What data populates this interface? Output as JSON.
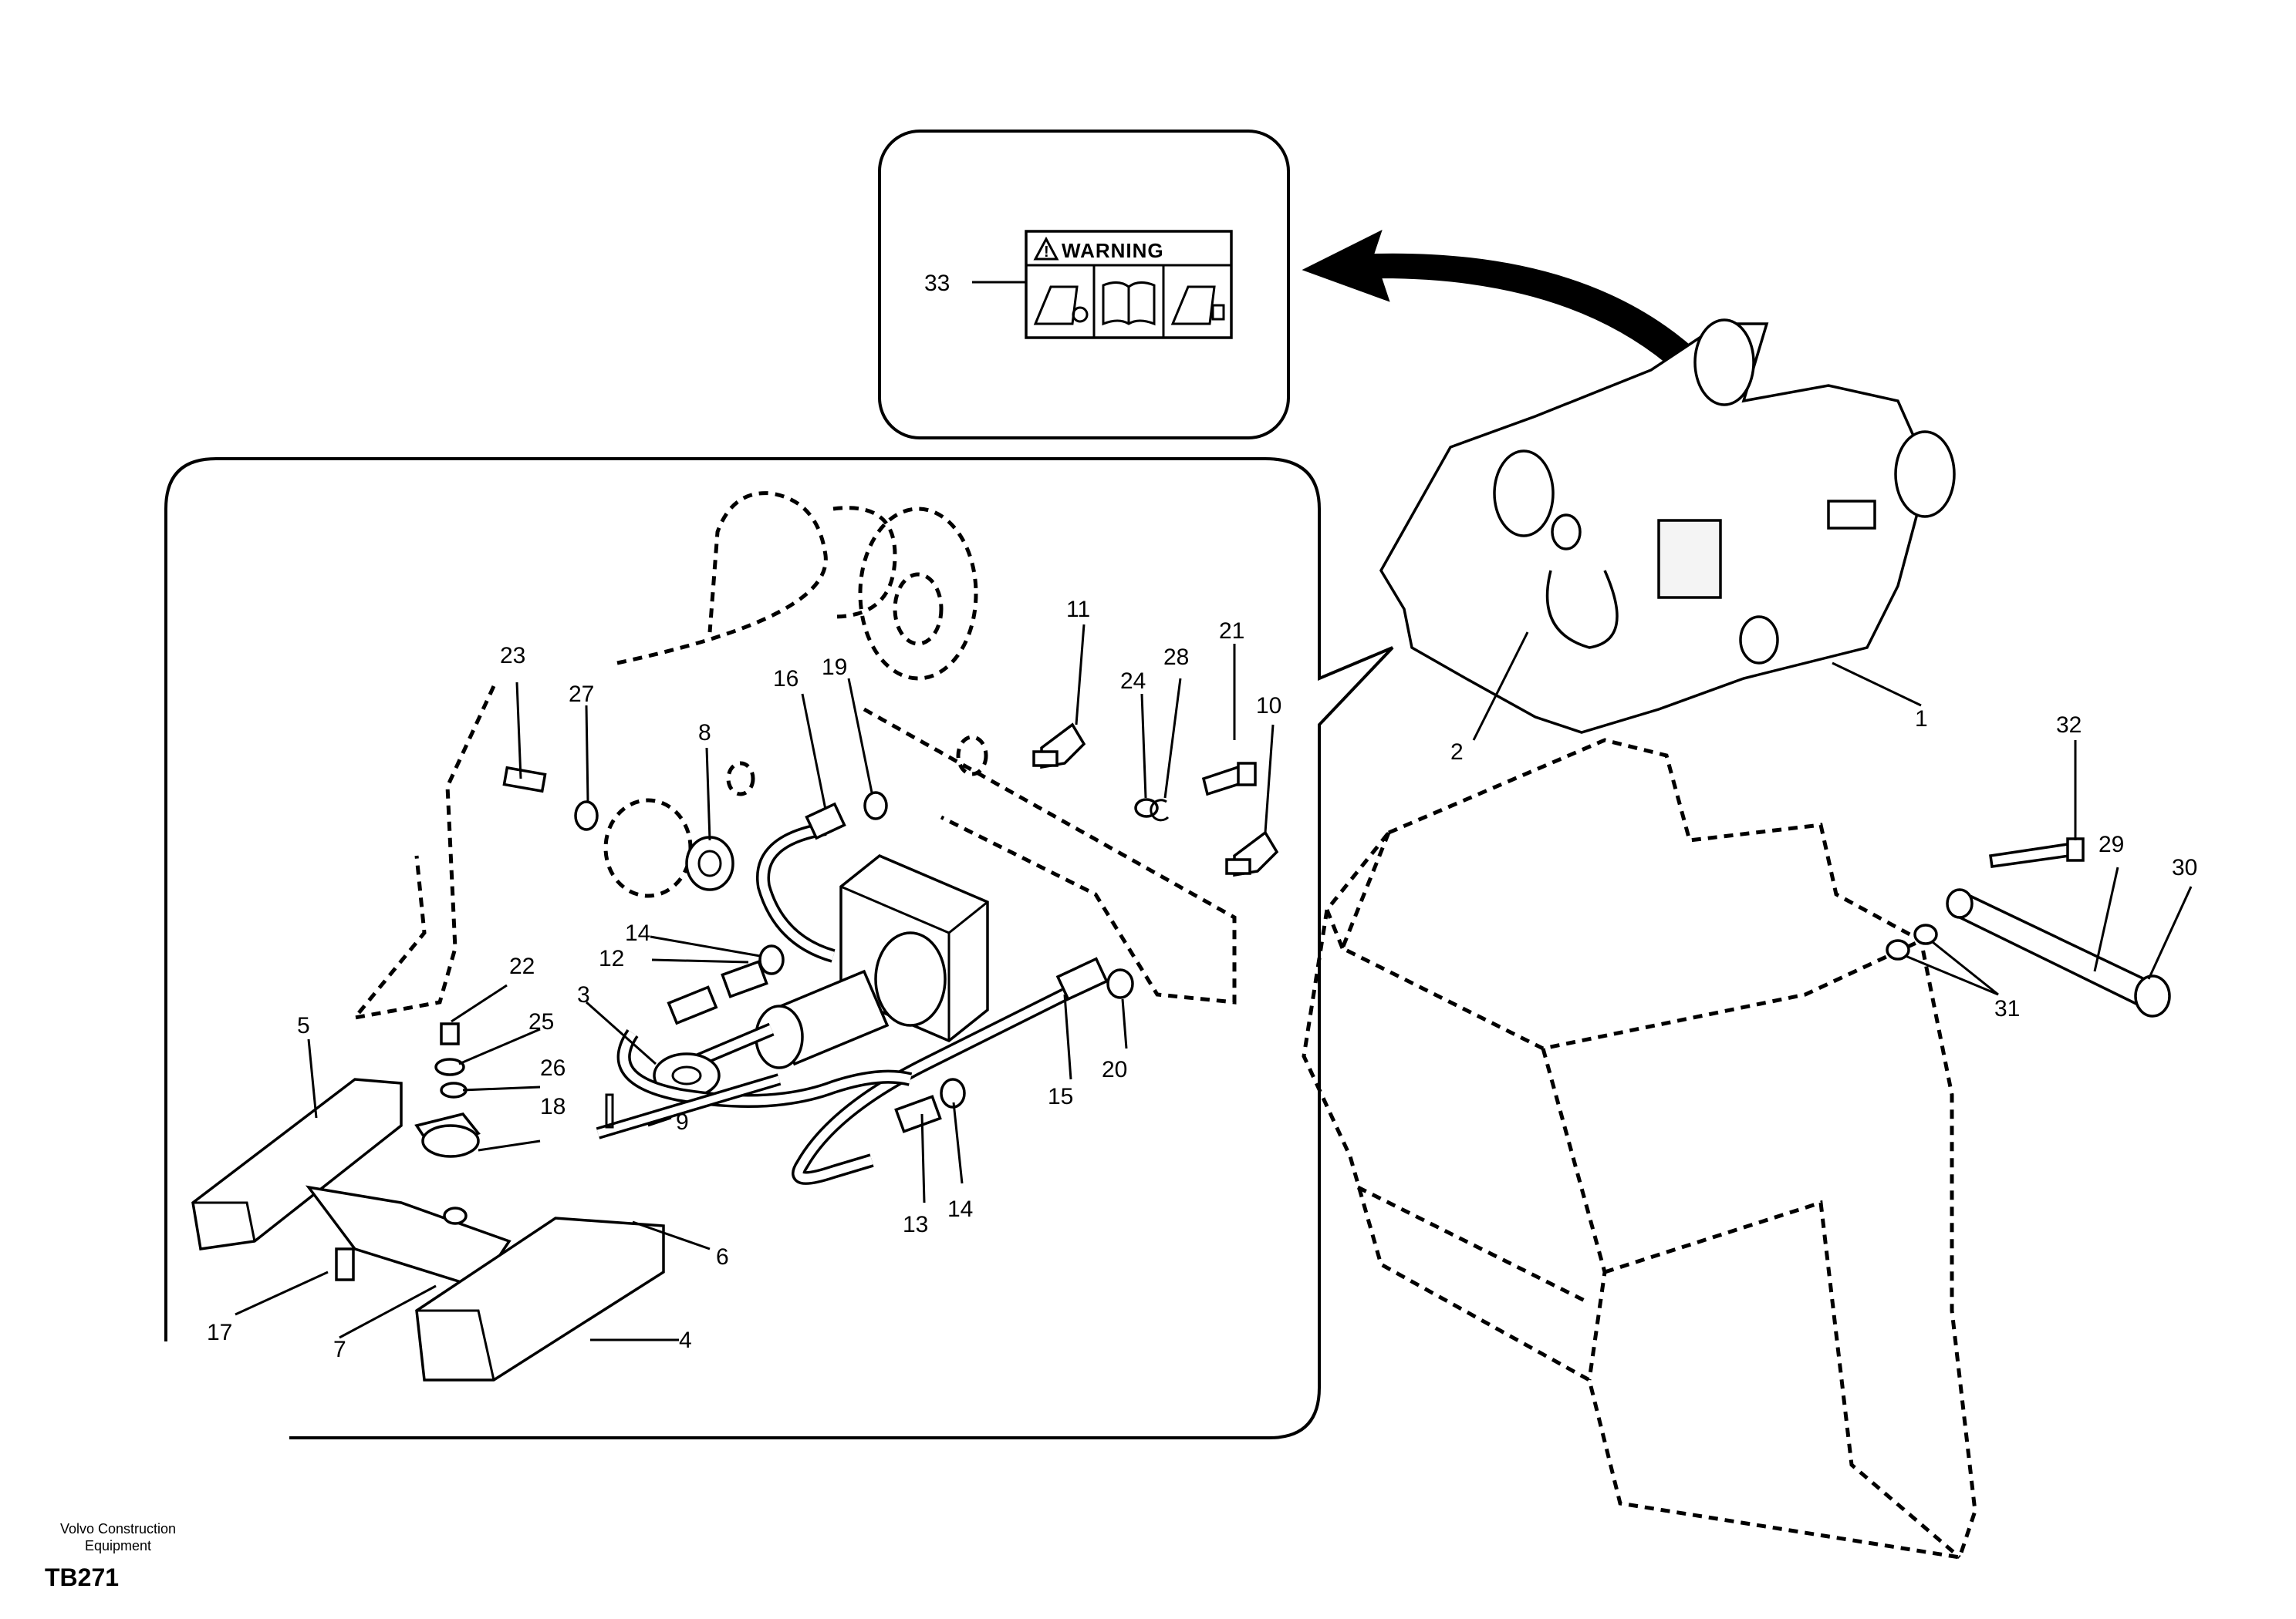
{
  "warning_label": {
    "title": "WARNING",
    "callout": "33"
  },
  "callouts": [
    "1",
    "2",
    "3",
    "4",
    "5",
    "6",
    "7",
    "8",
    "9",
    "10",
    "11",
    "12",
    "13",
    "14",
    "14",
    "15",
    "16",
    "17",
    "18",
    "19",
    "20",
    "21",
    "22",
    "23",
    "24",
    "25",
    "26",
    "27",
    "28",
    "29",
    "30",
    "31",
    "32"
  ],
  "footer": {
    "company_line1": "Volvo Construction",
    "company_line2": "Equipment",
    "code": "TB271"
  }
}
